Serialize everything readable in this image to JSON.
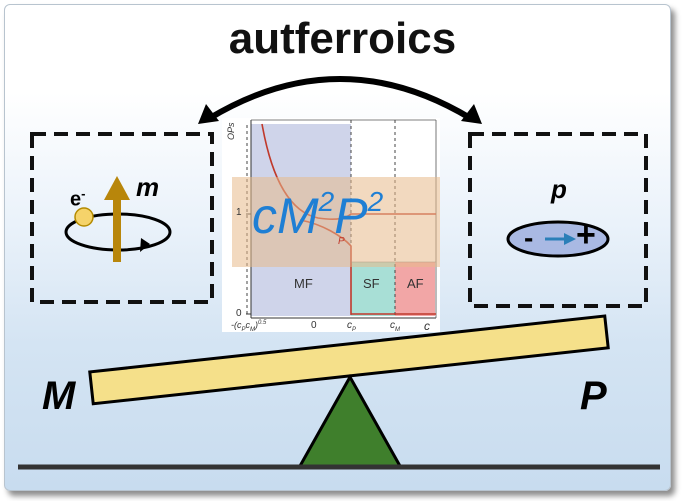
{
  "title": "autferroics",
  "left_box": {
    "electron_label": "e",
    "electron_sup": "-",
    "moment_label": "m"
  },
  "right_box": {
    "moment_label": "p",
    "minus": "-",
    "plus": "+"
  },
  "formula": {
    "c": "c",
    "M": "M",
    "exp1": "2",
    "P": "P",
    "exp2": "2"
  },
  "phase_diagram": {
    "y_axis_label": "OPs",
    "y_ticks": [
      "1",
      "0"
    ],
    "x_ticks": [
      "-(c",
      "P",
      "c",
      "M",
      ")",
      "0.5",
      "0",
      "c",
      "P",
      "c",
      "M",
      "c"
    ],
    "regions": [
      "MF",
      "SF",
      "AF"
    ],
    "curve_label": "P",
    "colors": {
      "MF": "#c7cde6",
      "SF": "#a8dfd6",
      "AF": "#f2a6a6",
      "curve": "#c0392b"
    }
  },
  "seesaw": {
    "left_label": "M",
    "right_label": "P",
    "beam_color": "#f5e08a",
    "fulcrum_color": "#3f7f2c"
  }
}
